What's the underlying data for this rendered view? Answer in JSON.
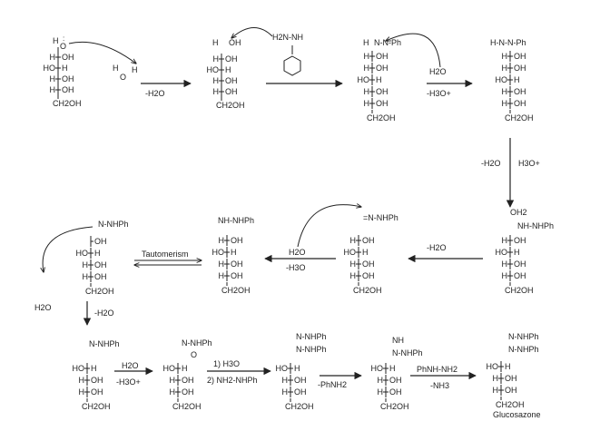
{
  "structures": {
    "s1": {
      "top": "H",
      "rows": [
        [
          "H",
          "OH"
        ],
        [
          "HO",
          "H"
        ],
        [
          "H",
          "OH"
        ],
        [
          "H",
          "OH"
        ]
      ],
      "bottom": "CH2OH",
      "reagent": [
        "H",
        "O",
        "H"
      ]
    },
    "s2": {
      "top": "H",
      "rows": [
        [
          "H",
          "OH"
        ],
        [
          "HO",
          "H"
        ],
        [
          "H",
          "OH"
        ],
        [
          "H",
          "OH"
        ]
      ],
      "bottom": "CH2OH",
      "phenylhydrazine": "H2N-NH"
    },
    "s3": {
      "top_left": "H",
      "top_right": "N-N-Ph",
      "rows": [
        [
          "H",
          "OH"
        ],
        [
          "H",
          "OH"
        ],
        [
          "HO",
          "H"
        ],
        [
          "H",
          "OH"
        ],
        [
          "H",
          "OH"
        ]
      ],
      "bottom": "CH2OH",
      "water": "H2O"
    },
    "s4": {
      "top_left": "H-N-N-Ph",
      "rows": [
        [
          "H",
          "OH"
        ],
        [
          "H",
          "OH"
        ],
        [
          "HO",
          "H"
        ],
        [
          "H",
          "OH"
        ],
        [
          "H",
          "OH"
        ]
      ],
      "bottom": "CH2OH"
    },
    "s5": {
      "top": "OH2",
      "imine": "NH-NHPh",
      "rows": [
        [
          "H",
          "OH"
        ],
        [
          "HO",
          "H"
        ],
        [
          "H",
          "OH"
        ],
        [
          "H",
          "OH"
        ]
      ],
      "bottom": "CH2OH"
    },
    "s6": {
      "imine": "NH-NHPh",
      "rows": [
        [
          "H",
          "OH"
        ],
        [
          "HO",
          "H"
        ],
        [
          "H",
          "OH"
        ],
        [
          "H",
          "OH"
        ]
      ],
      "bottom": "CH2OH"
    },
    "s7": {
      "imine": "=N-NHPh",
      "rows": [
        [
          "H",
          "OH"
        ],
        [
          "HO",
          "H"
        ],
        [
          "H",
          "OH"
        ],
        [
          "H",
          "OH"
        ]
      ],
      "bottom": "CH2OH",
      "water": "H2O"
    },
    "s8": {
      "hydrazo": "N-NHPh",
      "rows": [
        [
          "OH"
        ],
        [
          "HO",
          "H"
        ],
        [
          "H",
          "OH"
        ],
        [
          "H",
          "OH"
        ]
      ],
      "bottom": "CH2OH",
      "water": "H2O"
    },
    "s9": {
      "hydrazo": "N-NHPh",
      "rows": [
        [
          "HO",
          "H"
        ],
        [
          "H",
          "OH"
        ],
        [
          "H",
          "OH"
        ]
      ],
      "bottom": "CH2OH",
      "water": "H2O"
    },
    "s10": {
      "hydrazo": "N-NHPh",
      "carbonyl": "O",
      "rows": [
        [
          "HO",
          "H"
        ],
        [
          "H",
          "OH"
        ],
        [
          "H",
          "OH"
        ]
      ],
      "bottom": "CH2OH"
    },
    "s11": {
      "top": "N-NHPh",
      "second": "N-NHPh",
      "rows": [
        [
          "HO",
          "H"
        ],
        [
          "H",
          "OH"
        ],
        [
          "H",
          "OH"
        ]
      ],
      "bottom": "CH2OH"
    },
    "s12": {
      "top": "NH",
      "second": "N-NHPh",
      "rows": [
        [
          "HO",
          "H"
        ],
        [
          "H",
          "OH"
        ],
        [
          "H",
          "OH"
        ]
      ],
      "bottom": "CH2OH"
    },
    "s13": {
      "top": "N-NHPh",
      "second": "N-NHPh",
      "rows": [
        [
          "HO",
          "H"
        ],
        [
          "H",
          "OH"
        ],
        [
          "H",
          "OH"
        ]
      ],
      "bottom": "CH2OH",
      "name": "Glucosazone"
    }
  },
  "arrows": {
    "a1": "-H2O",
    "a3": "-H3O+",
    "a4a": "-H2O",
    "a4b": "H3O+",
    "a5": "-H2O",
    "a6": "-H3O",
    "tautomerism": "Tautomerism",
    "a8": "-H2O",
    "a9": "-H3O+",
    "a10a": "1) H3O",
    "a10b": "2) NH2-NHPh",
    "a11": "-PhNH2",
    "a12a": "PhNH-NH2",
    "a12b": "-NH3"
  },
  "colors": {
    "ink": "#222222",
    "bg": "#ffffff"
  }
}
